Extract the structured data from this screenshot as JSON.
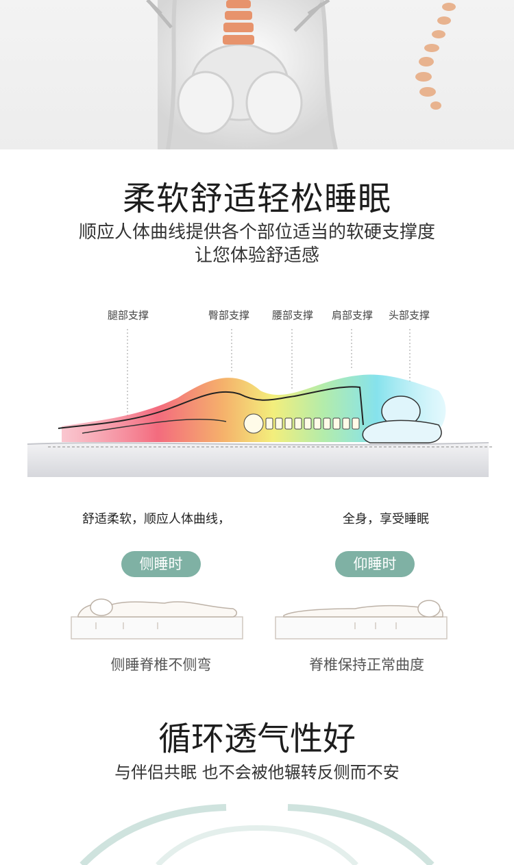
{
  "hero": {
    "icon": "skeleton-pelvis-spine-illustration"
  },
  "section1": {
    "title": "柔软舒适轻松睡眠",
    "subtitle_line1": "顺应人体曲线提供各个部位适当的软硬支撑度",
    "subtitle_line2": "让您体验舒适感"
  },
  "support_labels": [
    "腿部支撑",
    "臀部支撑",
    "腰部支撑",
    "肩部支撑",
    "头部支撑"
  ],
  "caption": {
    "left": "舒适柔软，顺应人体曲线，",
    "right": "全身，享受睡眠"
  },
  "positions": [
    {
      "pill": "侧睡时",
      "desc": "侧睡脊椎不侧弯"
    },
    {
      "pill": "仰睡时",
      "desc": "脊椎保持正常曲度"
    }
  ],
  "section2": {
    "title": "循环透气性好",
    "subtitle": "与伴侣共眠 也不会被他辗转反侧而不安"
  },
  "colors": {
    "accent": "#7fb1a4"
  }
}
